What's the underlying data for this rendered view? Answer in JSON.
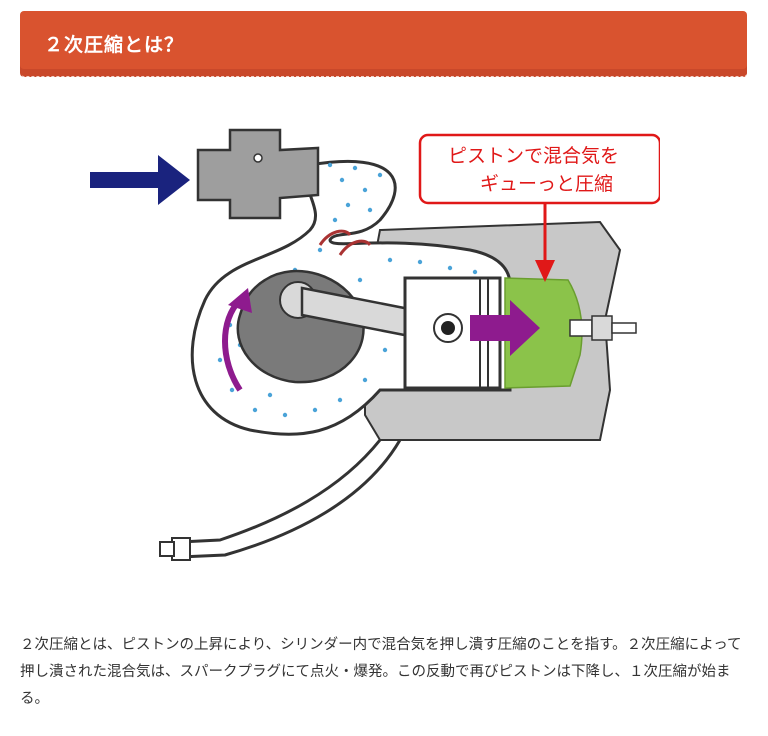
{
  "section": {
    "title": "２次圧縮とは？"
  },
  "figure": {
    "callout_line1": "ピストンで混合気を",
    "callout_line2": "ギューっと圧縮"
  },
  "paragraph": {
    "text": "２次圧縮とは、ピストンの上昇により、シリンダー内で混合気を押し潰す圧縮のことを指す。２次圧縮によって押し潰された混合気は、スパークプラグにて点火・爆発。この反動で再びピストンは下降し、１次圧縮が始まる。"
  },
  "colors": {
    "header_bg": "#d9532f",
    "callout_border": "#e01818",
    "callout_text": "#e01818",
    "intake_arrow": "#1a237e",
    "piston_arrow": "#8e1b8e",
    "flow_arrow": "#8e1b8e",
    "mixture_dots": "#4aa3d8",
    "compressed_mixture": "#8bc34a",
    "engine_gray": "#c8c8c8"
  }
}
